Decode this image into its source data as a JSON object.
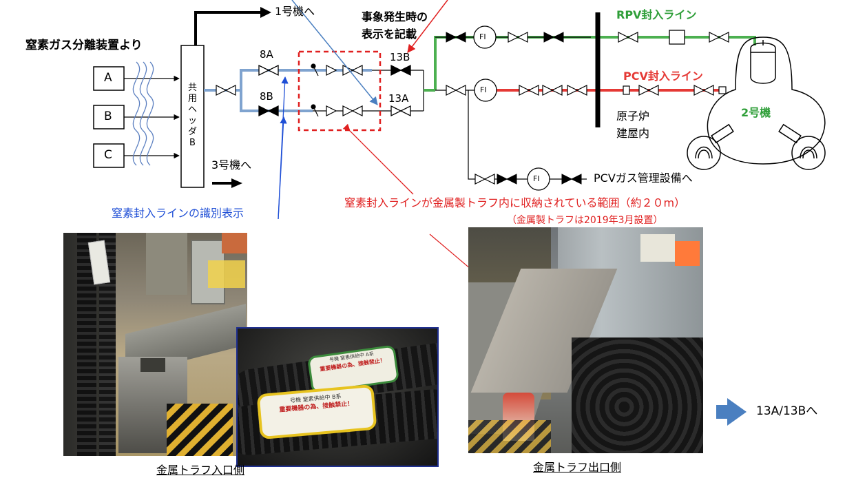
{
  "title_source": "窒素ガス分離装置より",
  "units": [
    "A",
    "B",
    "C"
  ],
  "header_text": "共用ヘッダB",
  "header_chars": [
    "共",
    "用",
    "ヘ",
    "ッ",
    "ダ",
    "B"
  ],
  "to_unit1": "1号機へ",
  "to_unit3": "3号機へ",
  "valve_labels": {
    "v8a": "8A",
    "v8b": "8B",
    "v13b": "13B",
    "v13a": "13A"
  },
  "event_note": [
    "事象発生時の",
    "表示を記載"
  ],
  "rpv_line": "RPV封入ライン",
  "pcv_line": "PCV封入ライン",
  "reactor_building": [
    "原子炉",
    "建屋内"
  ],
  "unit2": "2号機",
  "fi": "FI",
  "pcv_gas": "PCVガス管理設備へ",
  "identification": "窒素封入ラインの識別表示",
  "trough_range": "窒素封入ラインが金属製トラフ内に収納されている範囲（約２０m）",
  "trough_installed": "（金属製トラフは2019年3月設置）",
  "arrow_13": "13A/13Bへ",
  "caption_left": "金属トラフ入口側",
  "caption_right": "金属トラフ出口側",
  "label_a": [
    "号機 窒素供給中",
    "A系",
    "重要機器の為、接触禁止！"
  ],
  "label_b": [
    "号機 窒素供給中",
    "B系",
    "重要機器の為、接触禁止！"
  ],
  "colors": {
    "green": "#4cb050",
    "red": "#e53935",
    "blue": "#4a7fc0",
    "dashed_red": "#e02020",
    "accent_blue": "#1f4fd6"
  }
}
